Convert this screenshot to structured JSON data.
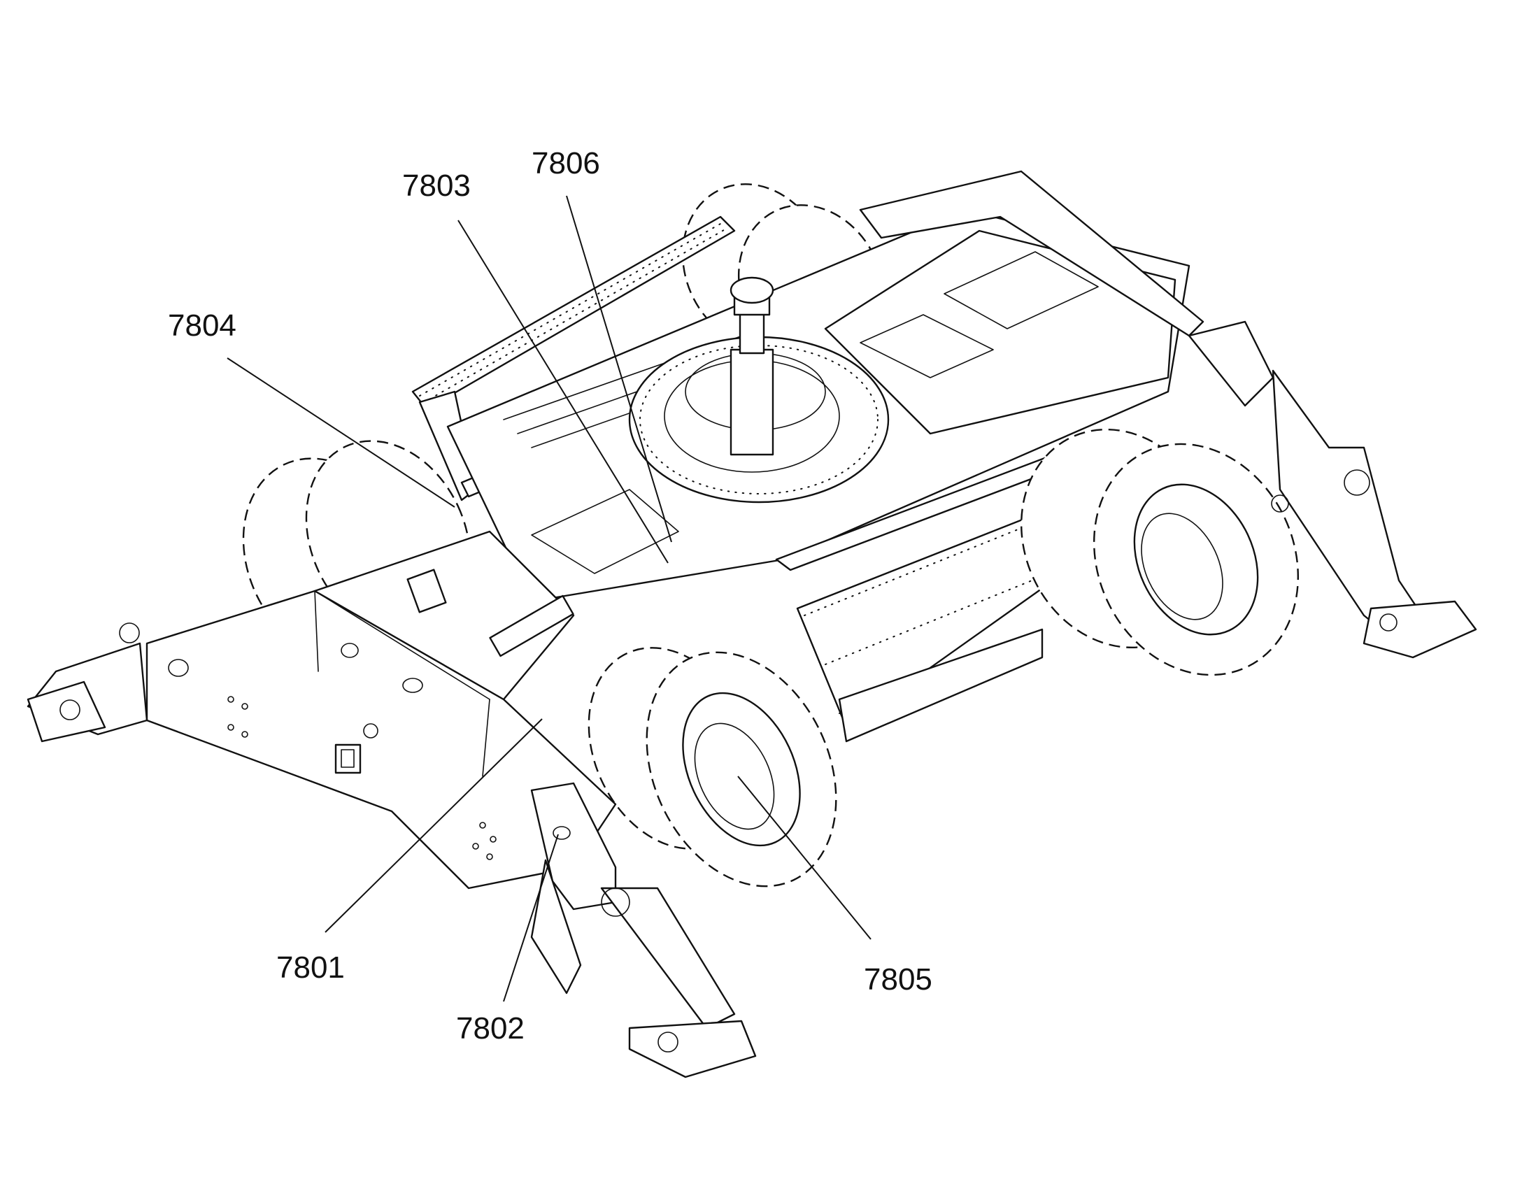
{
  "diagram": {
    "callouts": [
      {
        "id": "7803",
        "label": "7803"
      },
      {
        "id": "7806",
        "label": "7806"
      },
      {
        "id": "7804",
        "label": "7804"
      },
      {
        "id": "7801",
        "label": "7801"
      },
      {
        "id": "7802",
        "label": "7802"
      },
      {
        "id": "7805",
        "label": "7805"
      }
    ]
  }
}
